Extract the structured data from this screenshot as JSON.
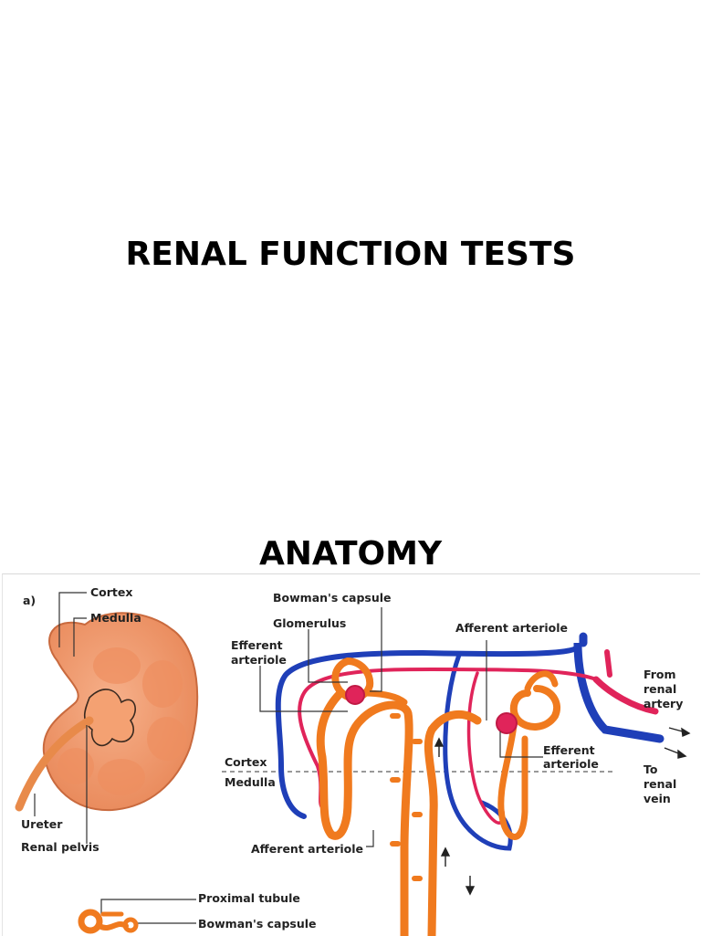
{
  "slide": {
    "title": "RENAL FUNCTION TESTS",
    "section_title": "ANATOMY"
  },
  "figure": {
    "panel_letter": "a)",
    "labels": {
      "cortex": "Cortex",
      "medulla": "Medulla",
      "ureter": "Ureter",
      "renal_pelvis": "Renal pelvis",
      "bowmans_capsule_top": "Bowman's capsule",
      "glomerulus": "Glomerulus",
      "efferent_arteriole_1a": "Efferent",
      "efferent_arteriole_1b": "arteriole",
      "afferent_arteriole_top": "Afferent arteriole",
      "from_renal_artery_1": "From",
      "from_renal_artery_2": "renal",
      "from_renal_artery_3": "artery",
      "efferent_arteriole_2a": "Efferent",
      "efferent_arteriole_2b": "arteriole",
      "cortex_zone": "Cortex",
      "medulla_zone": "Medulla",
      "to_renal_vein_1": "To",
      "to_renal_vein_2": "renal",
      "to_renal_vein_3": "vein",
      "afferent_arteriole_bottom": "Afferent arteriole",
      "proximal_tubule": "Proximal tubule",
      "bowmans_capsule_bottom": "Bowman's capsule"
    },
    "colors": {
      "tubule": "#f07a1e",
      "artery": "#e0245a",
      "vein": "#1f3fb8",
      "kidney": "#f39a6c"
    }
  }
}
